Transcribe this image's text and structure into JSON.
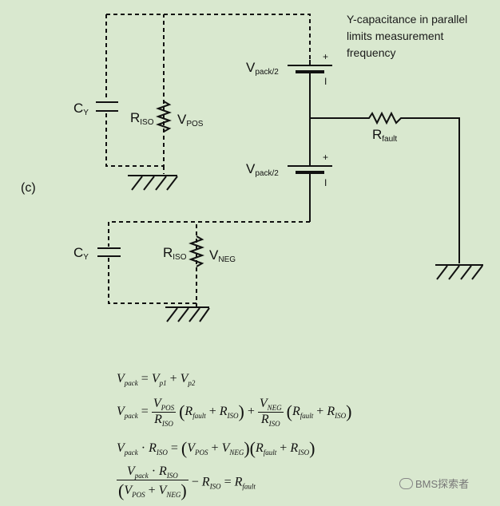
{
  "figure_label": "(c)",
  "note": "Y-capacitance in parallel limits measurement frequency",
  "top_circuit": {
    "cy": {
      "main": "C",
      "sub": "Y"
    },
    "riso": {
      "main": "R",
      "sub": "ISO"
    },
    "vpos": {
      "main": "V",
      "sub": "POS"
    }
  },
  "bottom_circuit": {
    "cy": {
      "main": "C",
      "sub": "Y"
    },
    "riso": {
      "main": "R",
      "sub": "ISO"
    },
    "vneg": {
      "main": "V",
      "sub": "NEG"
    }
  },
  "battery": {
    "upper": {
      "main": "V",
      "sub": "pack/2"
    },
    "lower": {
      "main": "V",
      "sub": "pack/2"
    },
    "plus": "+",
    "minus": "I"
  },
  "rfault": {
    "main": "R",
    "sub": "fault"
  },
  "equations": {
    "V": "V",
    "R": "R",
    "pack": "pack",
    "p1": "p1",
    "p2": "p2",
    "POS": "POS",
    "NEG": "NEG",
    "ISO": "ISO",
    "fault": "fault",
    "eq": "=",
    "plus": "+",
    "minus": "−",
    "dot": "·"
  },
  "watermark": "BMS探索者"
}
